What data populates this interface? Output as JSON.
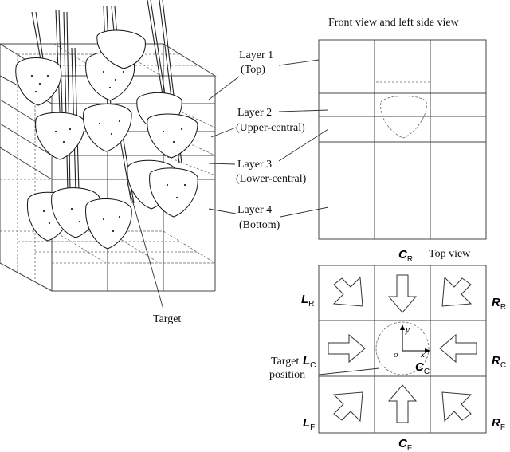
{
  "layer_labels": [
    {
      "name": "Layer 1",
      "desc": "(Top)"
    },
    {
      "name": "Layer 2",
      "desc": "(Upper-central)"
    },
    {
      "name": "Layer 3",
      "desc": "(Lower-central)"
    },
    {
      "name": "Layer 4",
      "desc": "(Bottom)"
    }
  ],
  "target_label": "Target",
  "front_view_title": "Front view and left side view",
  "top_view_title": "Top view",
  "target_position_label": [
    "Target",
    "position"
  ],
  "positions": {
    "CR": {
      "main": "C",
      "sub": "R"
    },
    "LR": {
      "main": "L",
      "sub": "R"
    },
    "RR": {
      "main": "R",
      "sub": "R"
    },
    "LC": {
      "main": "L",
      "sub": "C"
    },
    "RC": {
      "main": "R",
      "sub": "C"
    },
    "CC": {
      "main": "C",
      "sub": "C"
    },
    "LF": {
      "main": "L",
      "sub": "F"
    },
    "RF": {
      "main": "R",
      "sub": "F"
    },
    "CF": {
      "main": "C",
      "sub": "F"
    }
  },
  "axes": {
    "y": "y",
    "x": "x",
    "origin": "o"
  }
}
